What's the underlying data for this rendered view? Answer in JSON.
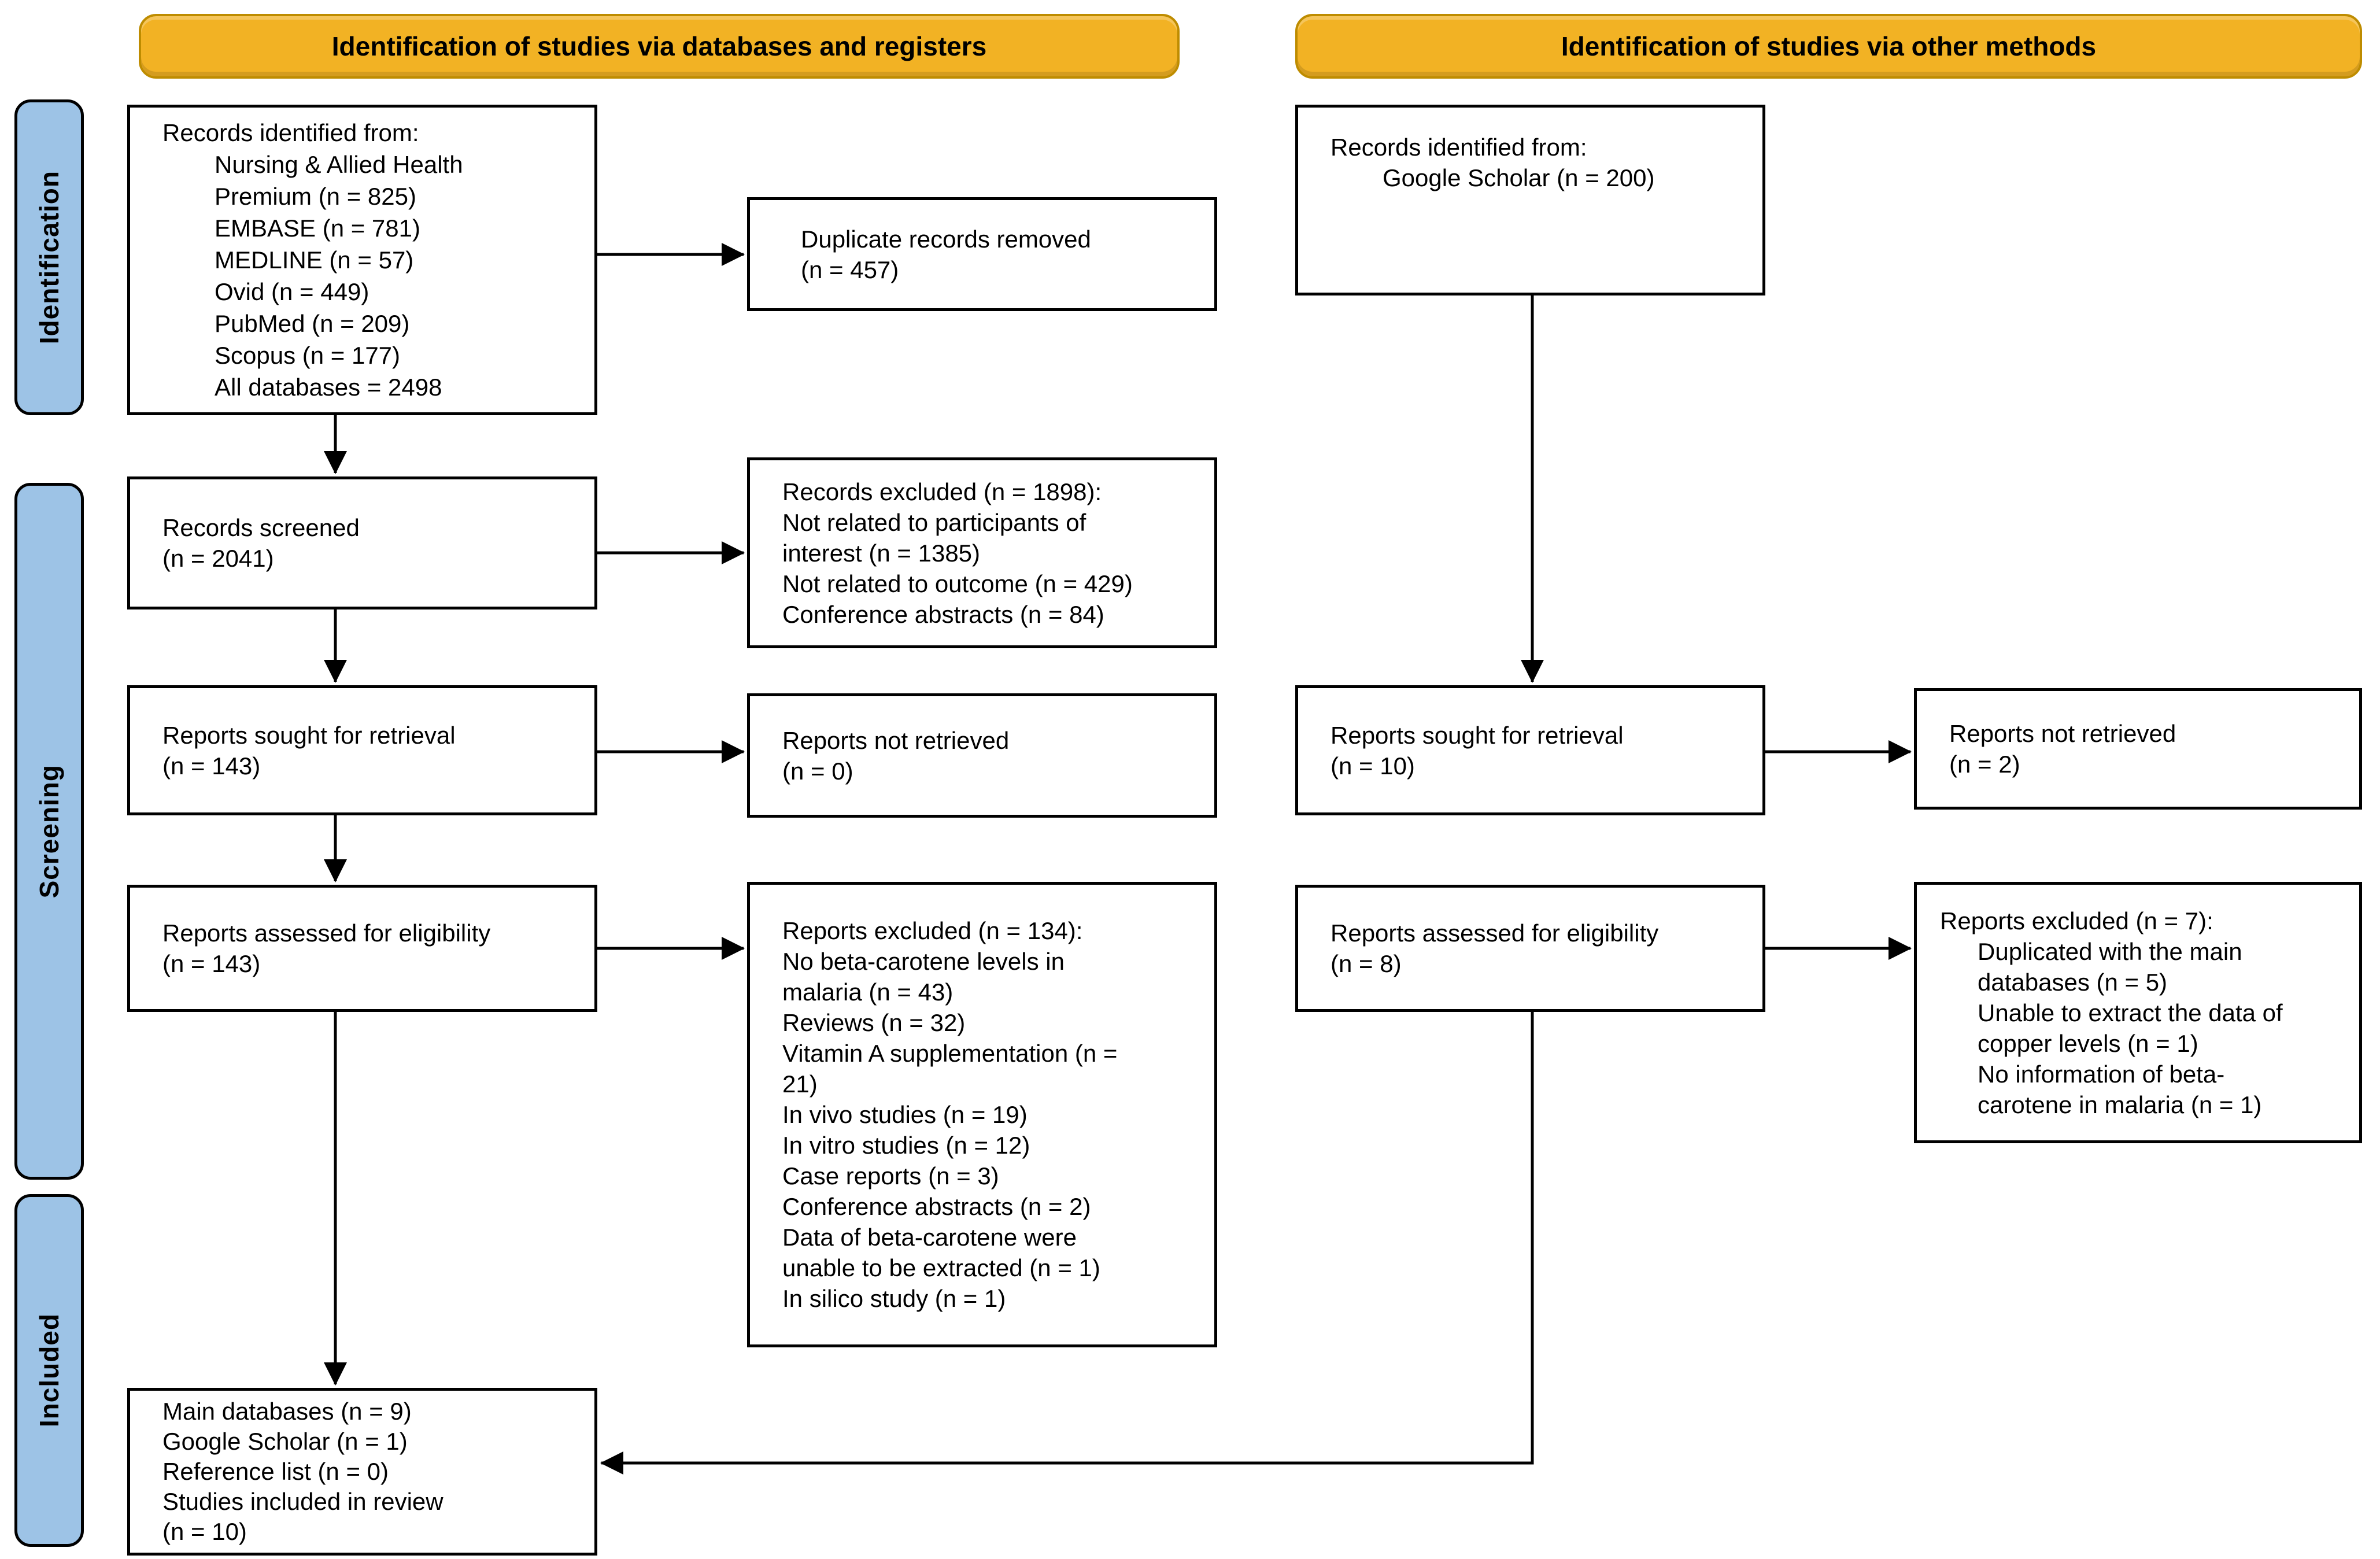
{
  "banners": {
    "left": "Identification of studies via databases and registers",
    "right": "Identification of studies via other methods"
  },
  "sidebar": {
    "identification": "Identification",
    "screening": "Screening",
    "included": "Included"
  },
  "colors": {
    "banner_fill": "#F2B224",
    "banner_border": "#BE8C00",
    "sidebar_fill": "#9DC3E6",
    "box_border": "#000000",
    "arrow": "#000000",
    "background": "#FFFFFF"
  },
  "boxes": {
    "records_identified_databases": {
      "lines": [
        "Records identified from:",
        "Nursing & Allied Health",
        "Premium (n = 825)",
        "EMBASE (n = 781)",
        "MEDLINE (n = 57)",
        "Ovid (n = 449)",
        "PubMed (n = 209)",
        "Scopus (n = 177)",
        "All databases = 2498"
      ]
    },
    "duplicate_records_removed": {
      "lines": [
        "Duplicate records removed",
        "(n = 457)"
      ]
    },
    "records_screened": {
      "lines": [
        "Records screened",
        "(n = 2041)"
      ]
    },
    "records_excluded": {
      "lines": [
        "Records excluded (n = 1898):",
        "Not related to participants of",
        "interest (n = 1385)",
        "Not related to outcome (n = 429)",
        "Conference abstracts (n = 84)"
      ]
    },
    "reports_sought_databases": {
      "lines": [
        "Reports sought for retrieval",
        "(n = 143)"
      ]
    },
    "reports_not_retrieved_databases": {
      "lines": [
        "Reports not retrieved",
        "(n = 0)"
      ]
    },
    "reports_assessed_databases": {
      "lines": [
        "Reports assessed for eligibility",
        "(n = 143)"
      ]
    },
    "reports_excluded_databases": {
      "lines": [
        "Reports excluded (n = 134):",
        "No beta-carotene levels in",
        "malaria (n = 43)",
        "Reviews (n = 32)",
        "Vitamin A supplementation (n =",
        "21)",
        "In vivo studies (n = 19)",
        "In vitro studies (n = 12)",
        "Case reports (n = 3)",
        "Conference abstracts (n = 2)",
        "Data of beta-carotene were",
        "unable to be extracted (n = 1)",
        "In silico study (n = 1)"
      ]
    },
    "studies_included": {
      "lines": [
        "Main databases (n = 9)",
        "Google Scholar (n = 1)",
        "Reference list (n = 0)",
        "Studies included in review",
        "(n = 10)"
      ]
    },
    "records_identified_other": {
      "lines": [
        "Records identified from:",
        "Google Scholar (n = 200)"
      ]
    },
    "reports_sought_other": {
      "lines": [
        "Reports sought for retrieval",
        "(n = 10)"
      ]
    },
    "reports_not_retrieved_other": {
      "lines": [
        "Reports not retrieved",
        "(n = 2)"
      ]
    },
    "reports_assessed_other": {
      "lines": [
        "Reports assessed for eligibility",
        "(n = 8)"
      ]
    },
    "reports_excluded_other": {
      "lines": [
        "Reports excluded (n = 7):",
        "Duplicated with the main",
        "databases (n = 5)",
        "Unable to extract the data of",
        "copper levels (n = 1)",
        "No information of beta-",
        "carotene in malaria (n = 1)"
      ]
    }
  }
}
